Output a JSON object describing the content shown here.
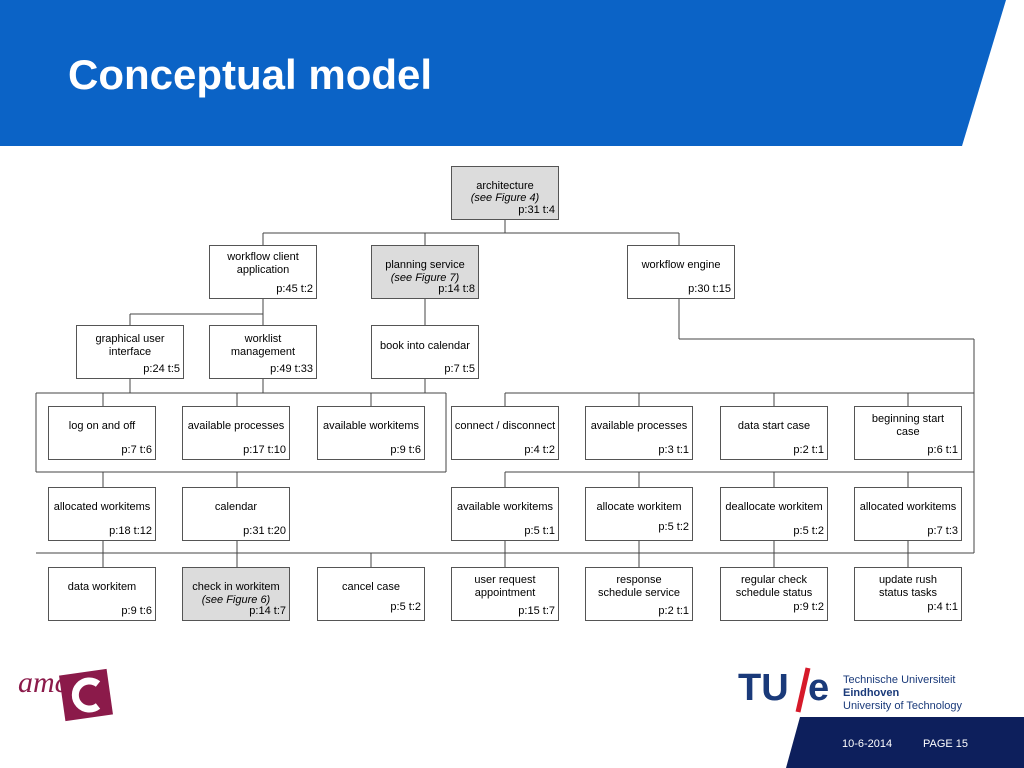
{
  "title": "Conceptual model",
  "colors": {
    "header_blue": "#0b63c6",
    "footer_navy": "#0d1f5c",
    "amc_purple": "#8b1a4a",
    "tue_navy": "#1a3a7a",
    "tue_red": "#d61a2a"
  },
  "boxes": {
    "architecture": {
      "label": "architecture",
      "note": "(see Figure 4)",
      "stats": "p:31 t:4"
    },
    "workflow_client_application": {
      "label": "workflow client application",
      "stats": "p:45 t:2"
    },
    "planning_service": {
      "label": "planning service",
      "note": "(see Figure 7)",
      "stats": "p:14 t:8"
    },
    "workflow_engine": {
      "label": "workflow engine",
      "stats": "p:30 t:15"
    },
    "graphical_user_interface": {
      "label": "graphical user interface",
      "stats": "p:24 t:5"
    },
    "worklist_management": {
      "label": "worklist management",
      "stats": "p:49 t:33"
    },
    "book_into_calendar": {
      "label": "book into calendar",
      "stats": "p:7 t:5"
    },
    "log_on_and_off": {
      "label": "log on and off",
      "stats": "p:7 t:6"
    },
    "available_processes_1": {
      "label": "available processes",
      "stats": "p:17 t:10"
    },
    "available_workitems_1": {
      "label": "available workitems",
      "stats": "p:9 t:6"
    },
    "connect_disconnect": {
      "label": "connect / disconnect",
      "stats": "p:4 t:2"
    },
    "available_processes_2": {
      "label": "available processes",
      "stats": "p:3 t:1"
    },
    "data_start_case": {
      "label": "data start case",
      "stats": "p:2 t:1"
    },
    "beginning_start_case": {
      "label": "beginning start case",
      "stats": "p:6 t:1"
    },
    "allocated_workitems_1": {
      "label": "allocated workitems",
      "stats": "p:18 t:12"
    },
    "calendar": {
      "label": "calendar",
      "stats": "p:31 t:20"
    },
    "available_workitems_2": {
      "label": "available workitems",
      "stats": "p:5 t:1"
    },
    "allocate_workitem": {
      "label": "allocate workitem",
      "stats": "p:5 t:2"
    },
    "deallocate_workitem": {
      "label": "deallocate workitem",
      "stats": "p:5 t:2"
    },
    "allocated_workitems_2": {
      "label": "allocated workitems",
      "stats": "p:7 t:3"
    },
    "data_workitem": {
      "label": "data workitem",
      "stats": "p:9 t:6"
    },
    "check_in_workitem": {
      "label": "check in workitem",
      "note": "(see Figure 6)",
      "stats": "p:14 t:7"
    },
    "cancel_case": {
      "label": "cancel case",
      "stats": "p:5 t:2"
    },
    "user_request_appointment": {
      "label": "user request appointment",
      "stats": "p:15 t:7"
    },
    "response_schedule_service": {
      "label": "response schedule service",
      "stats": "p:2 t:1"
    },
    "regular_check_schedule_status": {
      "label": "regular check schedule status",
      "stats": "p:9 t:2"
    },
    "update_rush_status_tasks": {
      "label": "update rush status tasks",
      "stats": "p:4 t:1"
    }
  },
  "footer": {
    "date": "10-6-2014",
    "page": "PAGE 15"
  },
  "logos": {
    "amc_text": "amc",
    "tue_mark": "TU/e",
    "tue_line1": "Technische Universiteit",
    "tue_line2": "Eindhoven",
    "tue_line3": "University of Technology"
  }
}
